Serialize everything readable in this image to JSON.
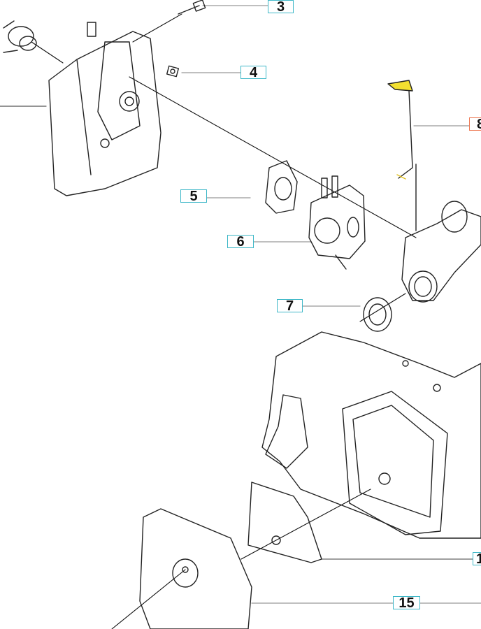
{
  "diagram": {
    "callouts": [
      {
        "id": "3",
        "label": "3"
      },
      {
        "id": "4",
        "label": "4"
      },
      {
        "id": "5",
        "label": "5"
      },
      {
        "id": "6",
        "label": "6"
      },
      {
        "id": "7",
        "label": "7"
      },
      {
        "id": "8",
        "label": "8",
        "highlighted": true
      },
      {
        "id": "1",
        "label": "1"
      },
      {
        "id": "15",
        "label": "15"
      }
    ],
    "colors": {
      "callout_border": "#3fb8c8",
      "highlight_border": "#ee7a55",
      "throttle_rod_tip": "#f2e030"
    }
  }
}
